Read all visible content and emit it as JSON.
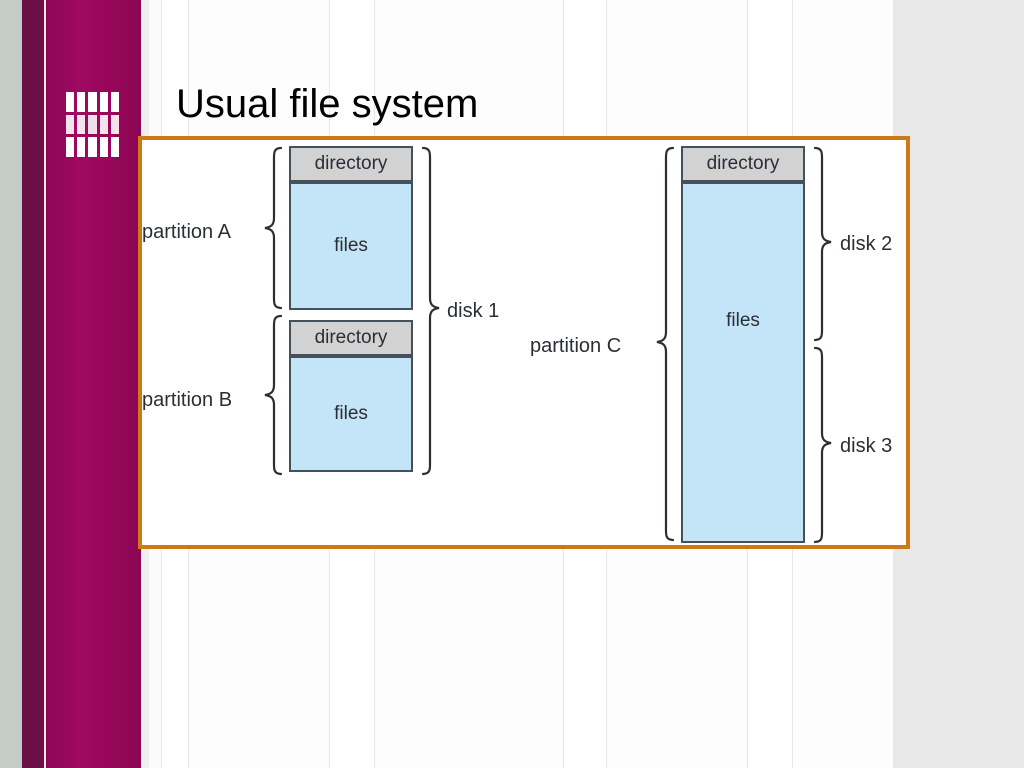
{
  "slide": {
    "title": "Usual file system",
    "accent_orange": "#cc7a16",
    "sidebar_magenta": "#9a0a5c",
    "sidebar_dark_magenta": "#6d0f47",
    "sidebar_grey": "#c3ccc6",
    "logo_name": "grid-logo"
  },
  "diagram": {
    "name": "file-system-partitions-diagram",
    "block_colors": {
      "directory": "#d2d2d2",
      "files": "#c3e5f7",
      "border": "#44515a"
    },
    "left_labels": [
      {
        "text": "partition A",
        "name": "label-partition-a"
      },
      {
        "text": "partition B",
        "name": "label-partition-b"
      }
    ],
    "center_label": {
      "text": "disk 1",
      "name": "label-disk-1"
    },
    "middle_label": {
      "text": "partition C",
      "name": "label-partition-c"
    },
    "right_labels": [
      {
        "text": "disk 2",
        "name": "label-disk-2"
      },
      {
        "text": "disk 3",
        "name": "label-disk-3"
      }
    ],
    "disk1_blocks": [
      {
        "text": "directory",
        "kind": "directory"
      },
      {
        "text": "files",
        "kind": "files"
      },
      {
        "text": "directory",
        "kind": "directory"
      },
      {
        "text": "files",
        "kind": "files"
      }
    ],
    "disk23_blocks": [
      {
        "text": "directory",
        "kind": "directory"
      },
      {
        "text": "files",
        "kind": "files"
      }
    ]
  }
}
